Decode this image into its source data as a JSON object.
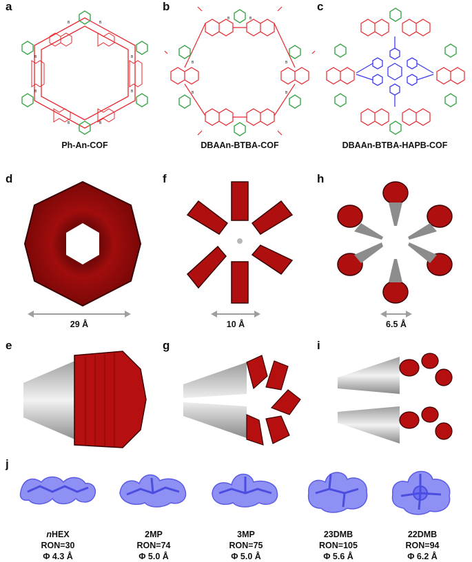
{
  "panels": {
    "a": {
      "letter": "a",
      "caption": "Ph-An-COF"
    },
    "b": {
      "letter": "b",
      "caption": "DBAAn-BTBA-COF"
    },
    "c": {
      "letter": "c",
      "caption": "DBAAn-BTBA-HAPB-COF"
    },
    "d": {
      "letter": "d",
      "dimension": "29 Å"
    },
    "f": {
      "letter": "f",
      "dimension": "10 Å"
    },
    "h": {
      "letter": "h",
      "dimension": "6.5 Å"
    },
    "e": {
      "letter": "e"
    },
    "g": {
      "letter": "g"
    },
    "i": {
      "letter": "i"
    },
    "j": {
      "letter": "j"
    }
  },
  "molecules": [
    {
      "name_prefix": "n",
      "name_rest": "HEX",
      "ron": "RON=30",
      "phi": "Φ 4.3 Å"
    },
    {
      "name_prefix": "",
      "name_rest": "2MP",
      "ron": "RON=74",
      "phi": "Φ 5.0 Å"
    },
    {
      "name_prefix": "",
      "name_rest": "3MP",
      "ron": "RON=75",
      "phi": "Φ 5.0 Å"
    },
    {
      "name_prefix": "",
      "name_rest": "23DMB",
      "ron": "RON=105",
      "phi": "Φ 5.6 Å"
    },
    {
      "name_prefix": "",
      "name_rest": "22DMB",
      "ron": "RON=94",
      "phi": "Φ 6.2 Å"
    }
  ],
  "colors": {
    "framework_red": "#e8262b",
    "node_green": "#3ca64a",
    "linker_blue": "#3a3af0",
    "pore_dark_red": "#8a0c0c",
    "pore_grey": "#cfcfcf",
    "molecule_blue": "#6f72f0"
  }
}
